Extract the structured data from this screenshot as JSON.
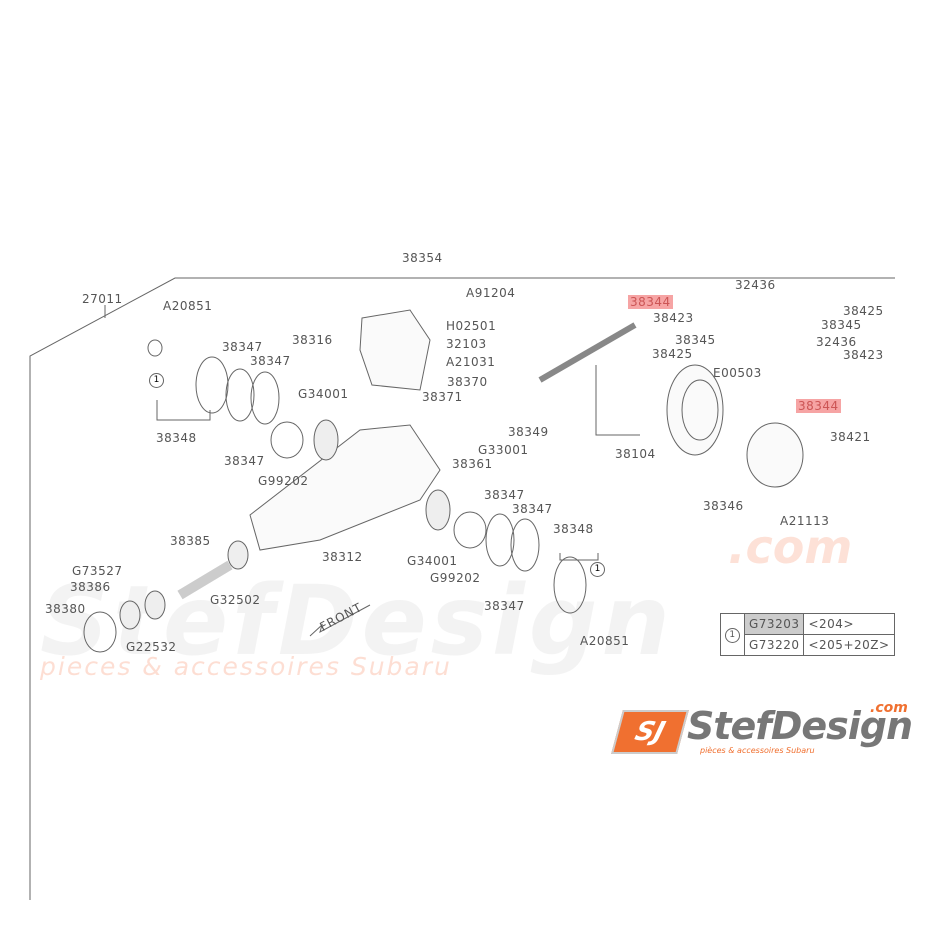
{
  "watermark": {
    "brand": "StefDesign",
    "domain": ".com",
    "tagline": "pieces & accessoires Subaru"
  },
  "labels": [
    "38354",
    "27011",
    "A20851",
    "A91204",
    "38316",
    "H02501",
    "38347",
    "38347",
    "32103",
    "A21031",
    "38370",
    "38371",
    "G34001",
    "38348",
    "38349",
    "G33001",
    "38361",
    "38347",
    "G99202",
    "38104",
    "38344",
    "38423",
    "32436",
    "38425",
    "38345",
    "38345",
    "38425",
    "32436",
    "38423",
    "E00503",
    "38344",
    "38421",
    "38346",
    "A21113",
    "38347",
    "38347",
    "38385",
    "38312",
    "G34001",
    "38348",
    "G73527",
    "G99202",
    "38386",
    "G32502",
    "38347",
    "38380",
    "G22532",
    "A20851"
  ],
  "highlighted": [
    "38344"
  ],
  "front_label": "FRONT",
  "reference_table": {
    "marker": "1",
    "rows": [
      {
        "part": "G73203",
        "spec": "<204>"
      },
      {
        "part": "G73220",
        "spec": "<205+20Z>"
      }
    ]
  },
  "markers": [
    "1",
    "1"
  ],
  "logo": {
    "mark": "SJ",
    "name": "StefDesign",
    "com": ".com",
    "tagline": "pièces & accessoires Subaru"
  },
  "colors": {
    "highlight": "#f6a4a4",
    "brand_orange": "#f07030"
  }
}
